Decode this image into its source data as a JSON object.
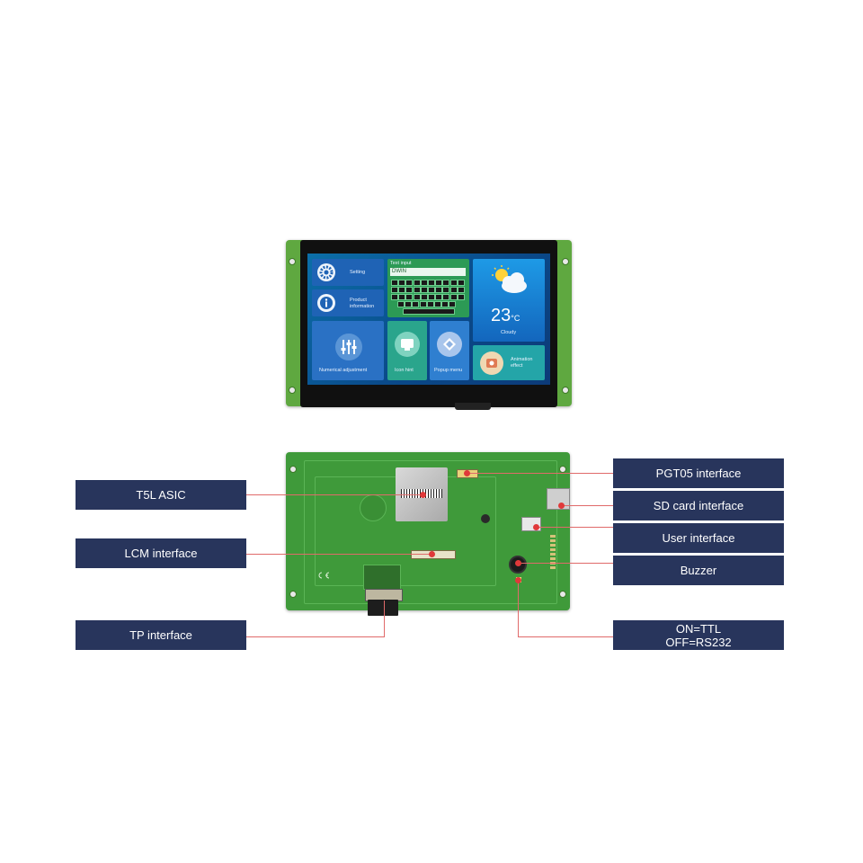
{
  "screen": {
    "setting_label": "Setting",
    "product_label": "Product\ninformation",
    "numeric_label": "Numerical adjustment",
    "text_input_label": "Text input",
    "text_input_value": "DWIN",
    "icon_label": "Icon hint",
    "popup_label": "Popup menu",
    "temperature": "23",
    "temperature_unit": "°C",
    "weather_label": "Cloudy",
    "animation_label": "Animation\neffect"
  },
  "callouts": {
    "t5l_asic": "T5L ASIC",
    "lcm_interface": "LCM interface",
    "tp_interface": "TP interface",
    "pgt05_interface": "PGT05 interface",
    "sd_card_interface": "SD card interface",
    "user_interface": "User interface",
    "buzzer": "Buzzer",
    "mode_switch": "ON=TTL\nOFF=RS232"
  },
  "colors": {
    "callout_bg": "#28355c",
    "callout_text": "#ffffff",
    "leader_line": "#e06a6a",
    "pcb_green": "#3f9a3a"
  }
}
